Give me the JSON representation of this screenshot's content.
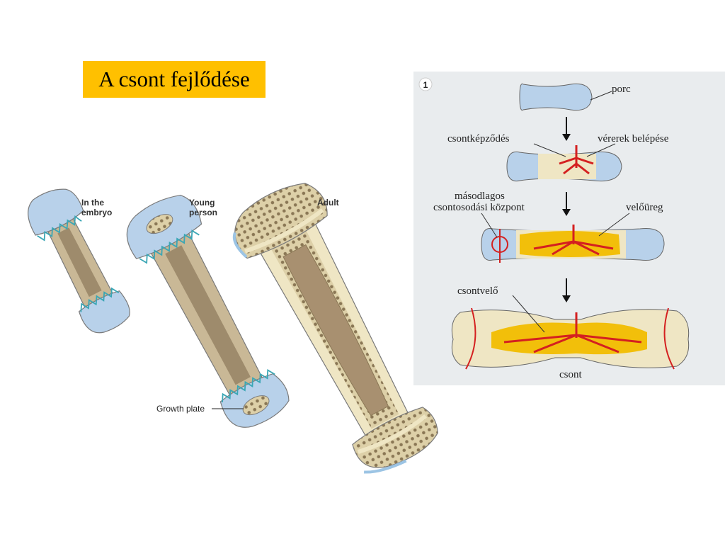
{
  "title": "A csont fejlődése",
  "left_diagram": {
    "labels": {
      "embryo": [
        "In the",
        "embryo"
      ],
      "young": [
        "Young",
        "person"
      ],
      "adult": "Adult",
      "growth_plate": "Growth plate"
    }
  },
  "right_diagram": {
    "panel_number": "1",
    "labels": {
      "porc": "porc",
      "csontkepzodes": "csontképződés",
      "vererek": "vérerek belépése",
      "masodlagos": [
        "másodlagos",
        "csontosodási központ"
      ],
      "veloureg": "velőüreg",
      "csontvelo": "csontvelő",
      "csont": "csont"
    }
  },
  "colors": {
    "title_bg": "#ffc000",
    "cartilage": "#b8d1ea",
    "bone": "#efe6c4",
    "marrow": "#f2bf0a",
    "vessel": "#d42020",
    "panel_bg": "#e9ecee"
  }
}
